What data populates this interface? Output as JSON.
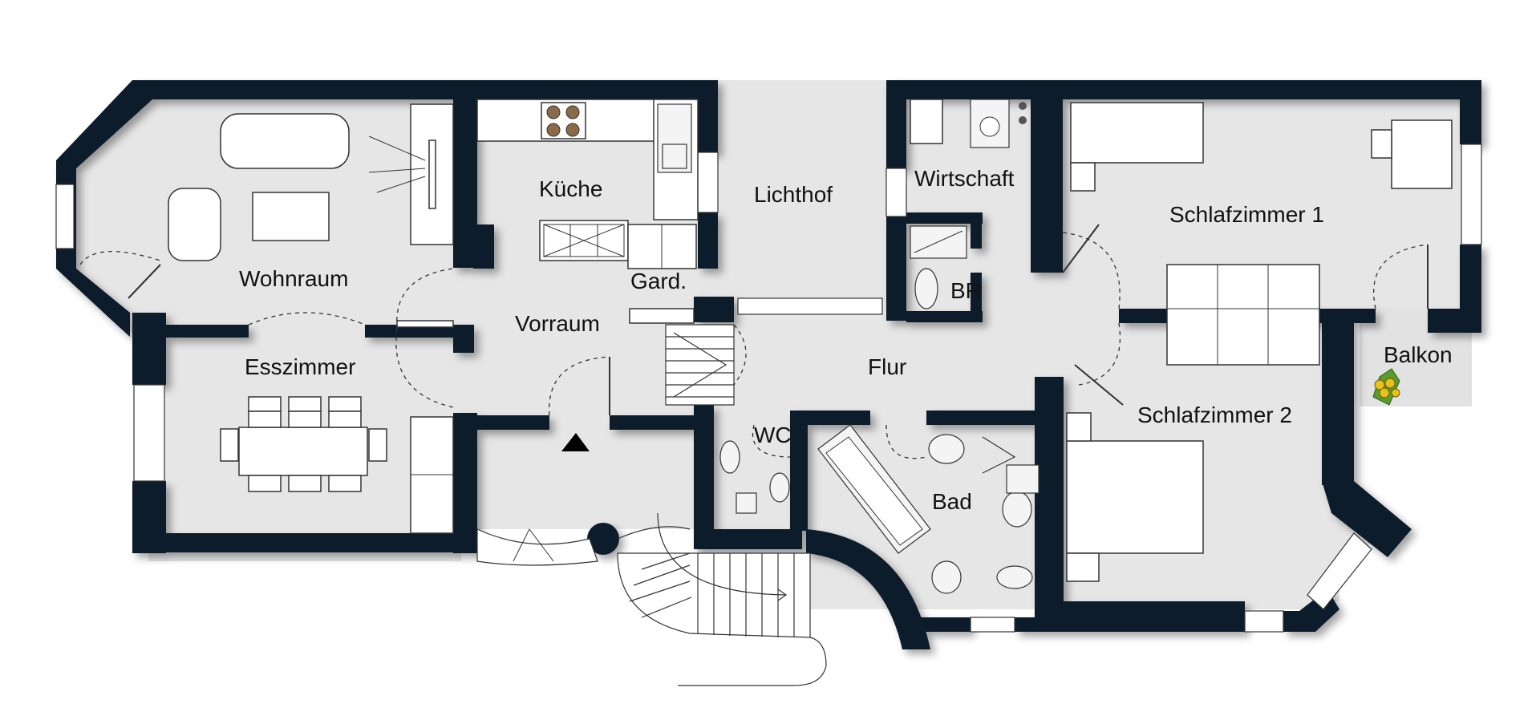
{
  "plan": {
    "rooms": {
      "wohnraum": "Wohnraum",
      "esszimmer": "Esszimmer",
      "kueche": "Küche",
      "gard": "Gard.",
      "vorraum": "Vorraum",
      "lichthof": "Lichthof",
      "wirtschaft": "Wirtschaft",
      "br": "BR",
      "flur": "Flur",
      "wc": "WC",
      "bad": "Bad",
      "schlafzimmer1": "Schlafzimmer 1",
      "schlafzimmer2": "Schlafzimmer 2",
      "balkon": "Balkon"
    },
    "colors": {
      "wall": "#0c1a2b",
      "floor": "#e6e6e6",
      "background": "#ffffff"
    },
    "icons": [
      "entrance-arrow-icon",
      "plant-icon",
      "stove-icon",
      "sink-icon",
      "toilet-icon",
      "bathtub-icon"
    ]
  }
}
